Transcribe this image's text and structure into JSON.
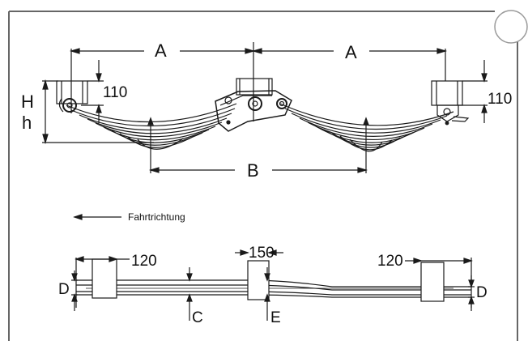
{
  "labels": {
    "span_left": "A",
    "span_right": "A",
    "axle_distance": "B",
    "overall_height": "H",
    "height": "h",
    "left_hanger_height": "110",
    "right_hanger_height": "110",
    "direction_of_travel": "Fahrtrichtung",
    "hanger_width_left": "120",
    "center_hanger_width": "150",
    "hanger_width_right": "120",
    "thickness_left": "D",
    "thickness_right": "D",
    "leaf_thickness_c": "C",
    "leaf_thickness_e": "E"
  },
  "colors": {
    "line": "#1a1a1a",
    "frame": "#666666",
    "badge": "#9a9a9a"
  }
}
